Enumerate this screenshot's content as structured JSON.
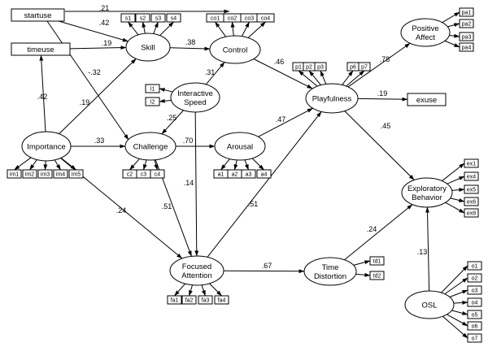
{
  "latents": [
    {
      "id": "skill",
      "label": "Skill"
    },
    {
      "id": "control",
      "label": "Control"
    },
    {
      "id": "speed",
      "label": "Interactive\nSpeed"
    },
    {
      "id": "playfulness",
      "label": "Playfulness"
    },
    {
      "id": "positive_affect",
      "label": "Positive\nAffect"
    },
    {
      "id": "importance",
      "label": "Importance"
    },
    {
      "id": "challenge",
      "label": "Challenge"
    },
    {
      "id": "arousal",
      "label": "Arousal"
    },
    {
      "id": "exploratory",
      "label": "Exploratory\nBehavior"
    },
    {
      "id": "focused",
      "label": "Focused\nAttention"
    },
    {
      "id": "time_distortion",
      "label": "Time\nDistortion"
    },
    {
      "id": "osl",
      "label": "OSL"
    }
  ],
  "observed": [
    {
      "id": "startuse",
      "label": "startuse"
    },
    {
      "id": "timeuse",
      "label": "timeuse"
    },
    {
      "id": "exuse",
      "label": "exuse"
    }
  ],
  "indicators": [
    {
      "for": "skill",
      "labels": [
        "s1",
        "s2",
        "s3",
        "s4"
      ]
    },
    {
      "for": "control",
      "labels": [
        "co1",
        "co2",
        "co3",
        "co4"
      ]
    },
    {
      "for": "speed",
      "labels": [
        "I1",
        "I2"
      ]
    },
    {
      "for": "playfulness",
      "labels": [
        "p1",
        "p2",
        "p3",
        "p6",
        "p7"
      ]
    },
    {
      "for": "positive_affect",
      "labels": [
        "pa1",
        "pa2",
        "pa3",
        "pa4"
      ]
    },
    {
      "for": "importance",
      "labels": [
        "im1",
        "im2",
        "im3",
        "im4",
        "im5"
      ]
    },
    {
      "for": "challenge",
      "labels": [
        "c2",
        "c3",
        "c4"
      ]
    },
    {
      "for": "arousal",
      "labels": [
        "a1",
        "a2",
        "a3",
        "a4"
      ]
    },
    {
      "for": "exploratory",
      "labels": [
        "ex1",
        "ex4",
        "ex5",
        "ex6",
        "ex8"
      ]
    },
    {
      "for": "focused",
      "labels": [
        "fa1",
        "fa2",
        "fa3",
        "fa4"
      ]
    },
    {
      "for": "time_distortion",
      "labels": [
        "td1",
        "td2"
      ]
    },
    {
      "for": "osl",
      "labels": [
        "o1",
        "o2",
        "o3",
        "o4",
        "o5",
        "o6",
        "o7"
      ]
    }
  ],
  "paths": [
    {
      "from": "startuse",
      "to": "skill",
      "coef": ".42"
    },
    {
      "from": "startuse",
      "to": "control",
      "coef": ".21"
    },
    {
      "from": "startuse",
      "to": "challenge",
      "coef": "-.32"
    },
    {
      "from": "timeuse",
      "to": "skill",
      "coef": ".19"
    },
    {
      "from": "importance",
      "to": "timeuse",
      "coef": ".42"
    },
    {
      "from": "importance",
      "to": "skill",
      "coef": ".19"
    },
    {
      "from": "importance",
      "to": "challenge",
      "coef": ".33"
    },
    {
      "from": "importance",
      "to": "focused",
      "coef": ".24"
    },
    {
      "from": "skill",
      "to": "control",
      "coef": ".38"
    },
    {
      "from": "control",
      "to": "playfulness",
      "coef": ".46"
    },
    {
      "from": "speed",
      "to": "control",
      "coef": ".31"
    },
    {
      "from": "speed",
      "to": "challenge",
      "coef": ".25"
    },
    {
      "from": "speed",
      "to": "focused",
      "coef": ".14"
    },
    {
      "from": "challenge",
      "to": "arousal",
      "coef": ".70"
    },
    {
      "from": "challenge",
      "to": "focused",
      "coef": ".51"
    },
    {
      "from": "arousal",
      "to": "playfulness",
      "coef": ".47"
    },
    {
      "from": "focused",
      "to": "playfulness",
      "coef": ".51"
    },
    {
      "from": "focused",
      "to": "time_distortion",
      "coef": ".67"
    },
    {
      "from": "playfulness",
      "to": "positive_affect",
      "coef": ".78"
    },
    {
      "from": "playfulness",
      "to": "exuse",
      "coef": ".19"
    },
    {
      "from": "playfulness",
      "to": "exploratory",
      "coef": ".45"
    },
    {
      "from": "time_distortion",
      "to": "exploratory",
      "coef": ".24"
    },
    {
      "from": "osl",
      "to": "exploratory",
      "coef": ".13"
    }
  ]
}
